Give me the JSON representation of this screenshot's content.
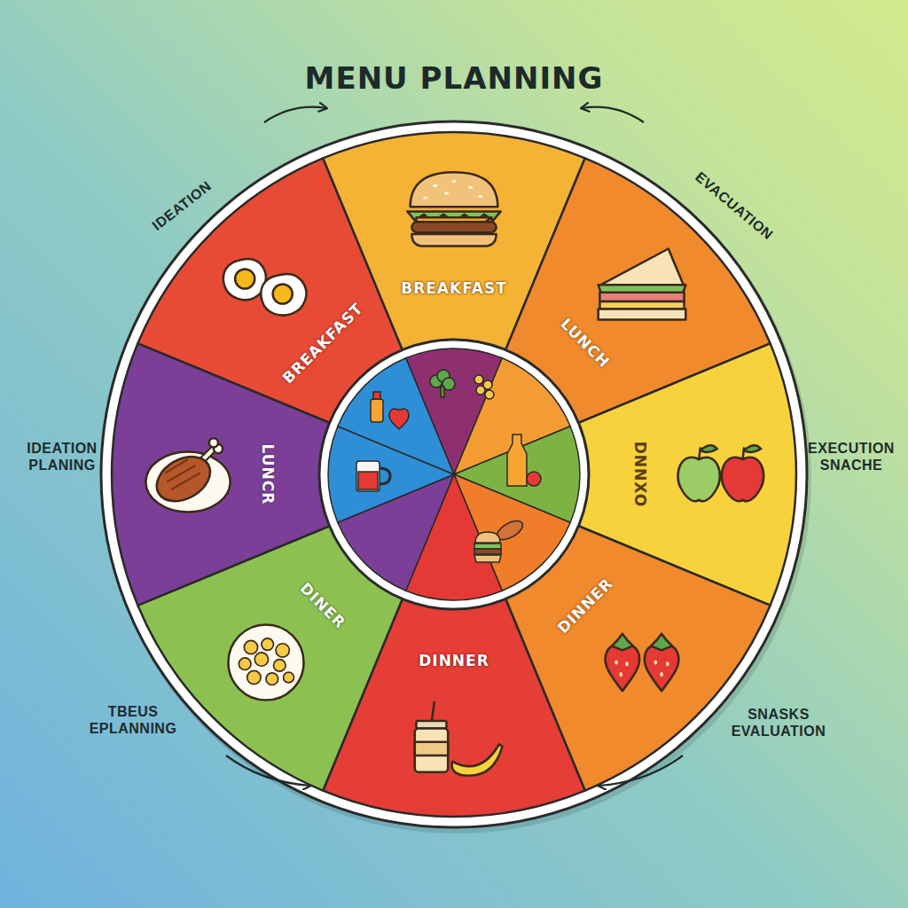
{
  "diagram": {
    "title": "MENU PLANNING",
    "nodes": [
      {
        "text": [
          "BREAKFAST"
        ]
      },
      {
        "text": [
          "BREAKFAST"
        ]
      },
      {
        "text": [
          "LUNCH"
        ]
      },
      {
        "text": [
          "DNNXO"
        ]
      },
      {
        "text": [
          "DINNER"
        ]
      },
      {
        "text": [
          "DINNER"
        ]
      },
      {
        "text": [
          "DINER"
        ]
      },
      {
        "text": [
          "LUNCR"
        ]
      }
    ],
    "labels": [
      "IDEATION",
      "EVACUATION",
      "IDEATION PLANING",
      "EXECUTION SNACHE",
      "TBEUS EPLANNING",
      "SNASKS EVALUATION"
    ]
  }
}
